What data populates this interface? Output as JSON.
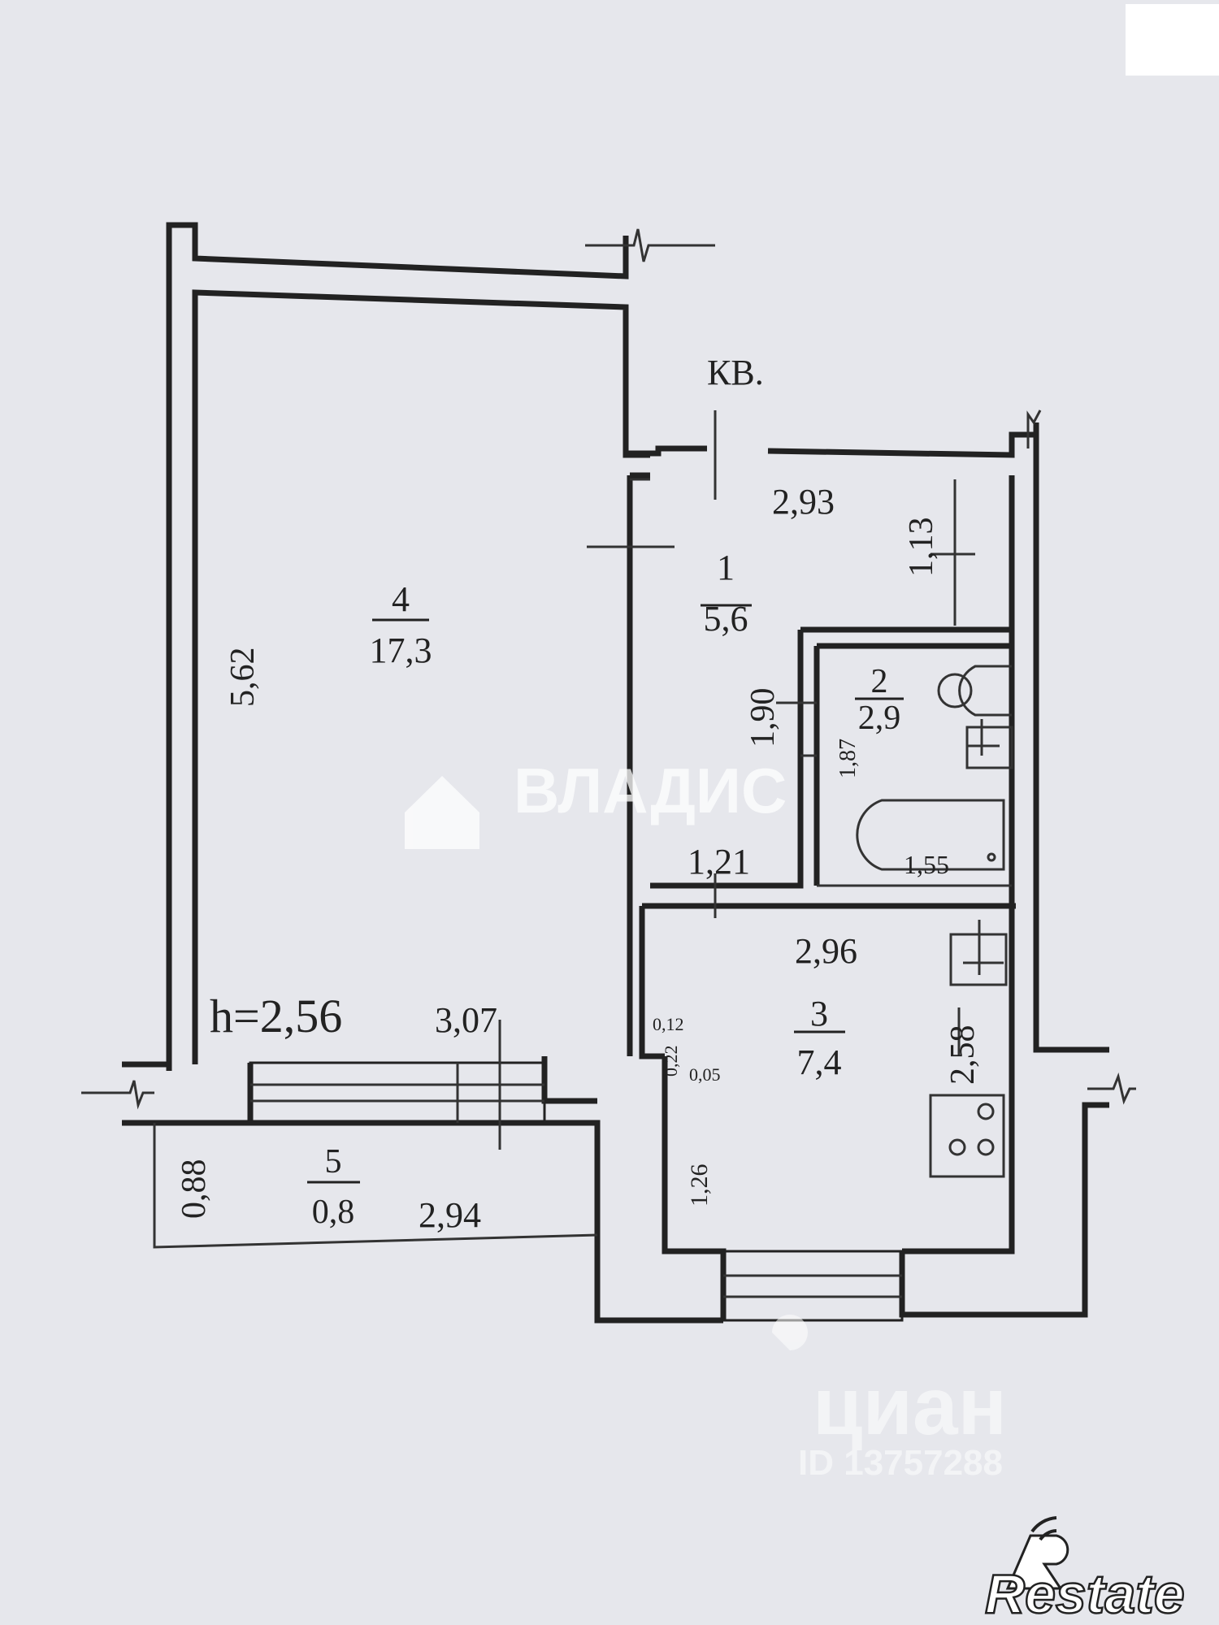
{
  "plan": {
    "apartment_label": "КВ.",
    "ceiling_height": "h=2,56",
    "rooms": [
      {
        "number": "1",
        "area": "5,6"
      },
      {
        "number": "2",
        "area": "2,9"
      },
      {
        "number": "3",
        "area": "7,4"
      },
      {
        "number": "4",
        "area": "17,3"
      },
      {
        "number": "5",
        "area": "0,8"
      }
    ],
    "dimensions": {
      "room4_height": "5,62",
      "hall_width": "2,93",
      "hall_right": "1,13",
      "corridor_height": "1,90",
      "bath_height": "1,87",
      "corridor_width": "1,21",
      "bath_tub": "1,55",
      "kitchen_width": "2,96",
      "kitchen_height": "2,58",
      "wall_a": "0,12",
      "wall_b": "0,22",
      "wall_c": "0,05",
      "kitchen_side": "1,26",
      "room4_width": "3,07",
      "balcony_depth": "0,88",
      "balcony_width": "2,94"
    }
  },
  "watermarks": {
    "agency": "ВЛАДИС",
    "portal": "циан",
    "listing_id": "ID 13757288",
    "logo": "Restate"
  },
  "colors": {
    "paper": "#e6e7ec",
    "ink": "#222222",
    "watermark": "#ffffff"
  }
}
